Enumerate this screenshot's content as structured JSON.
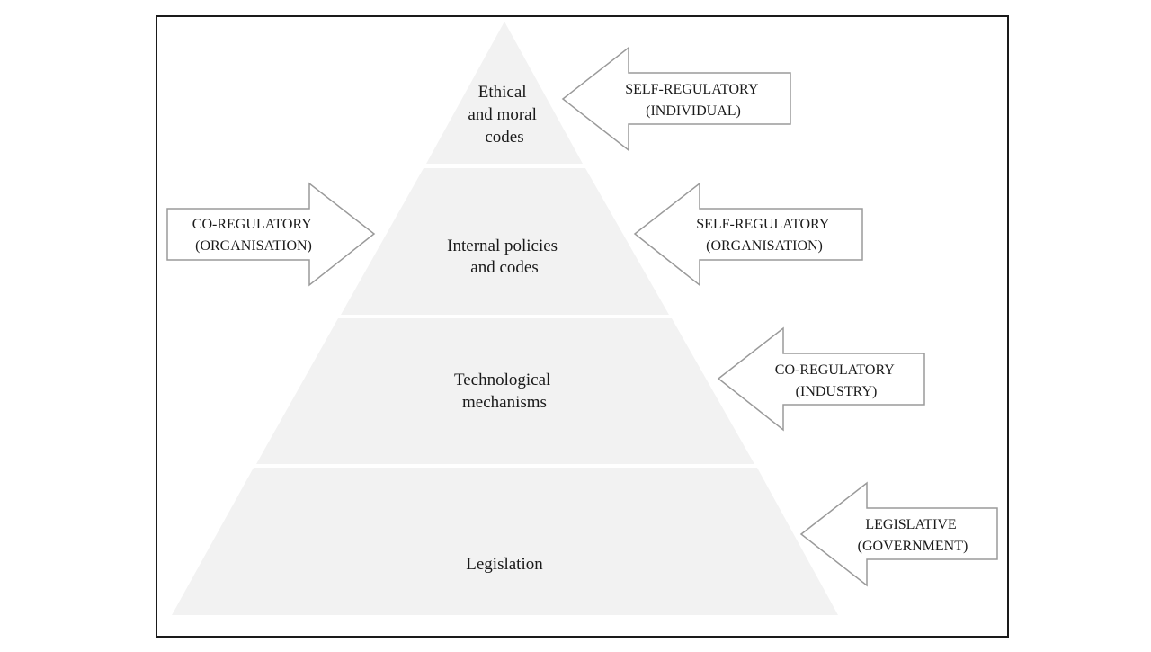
{
  "colors": {
    "tier_fill": "#f2f2f2",
    "arrow_fill": "#ffffff",
    "arrow_stroke": "#9a9a9a",
    "frame_stroke": "#1a1a1a",
    "text": "#1a1a1a"
  },
  "pyramid": {
    "tiers": [
      {
        "lines": [
          "Ethical",
          "and moral",
          "codes"
        ]
      },
      {
        "lines": [
          "Internal policies",
          "and codes"
        ]
      },
      {
        "lines": [
          "Technological",
          "mechanisms"
        ]
      },
      {
        "lines": [
          "Legislation"
        ]
      }
    ]
  },
  "arrows": [
    {
      "direction": "left",
      "lines": [
        "SELF-REGULATORY",
        "(INDIVIDUAL)"
      ]
    },
    {
      "direction": "right",
      "lines": [
        "CO-REGULATORY",
        "(ORGANISATION)"
      ]
    },
    {
      "direction": "left",
      "lines": [
        "SELF-REGULATORY",
        "(ORGANISATION)"
      ]
    },
    {
      "direction": "left",
      "lines": [
        "CO-REGULATORY",
        "(INDUSTRY)"
      ]
    },
    {
      "direction": "left",
      "lines": [
        "LEGISLATIVE",
        "(GOVERNMENT)"
      ]
    }
  ]
}
